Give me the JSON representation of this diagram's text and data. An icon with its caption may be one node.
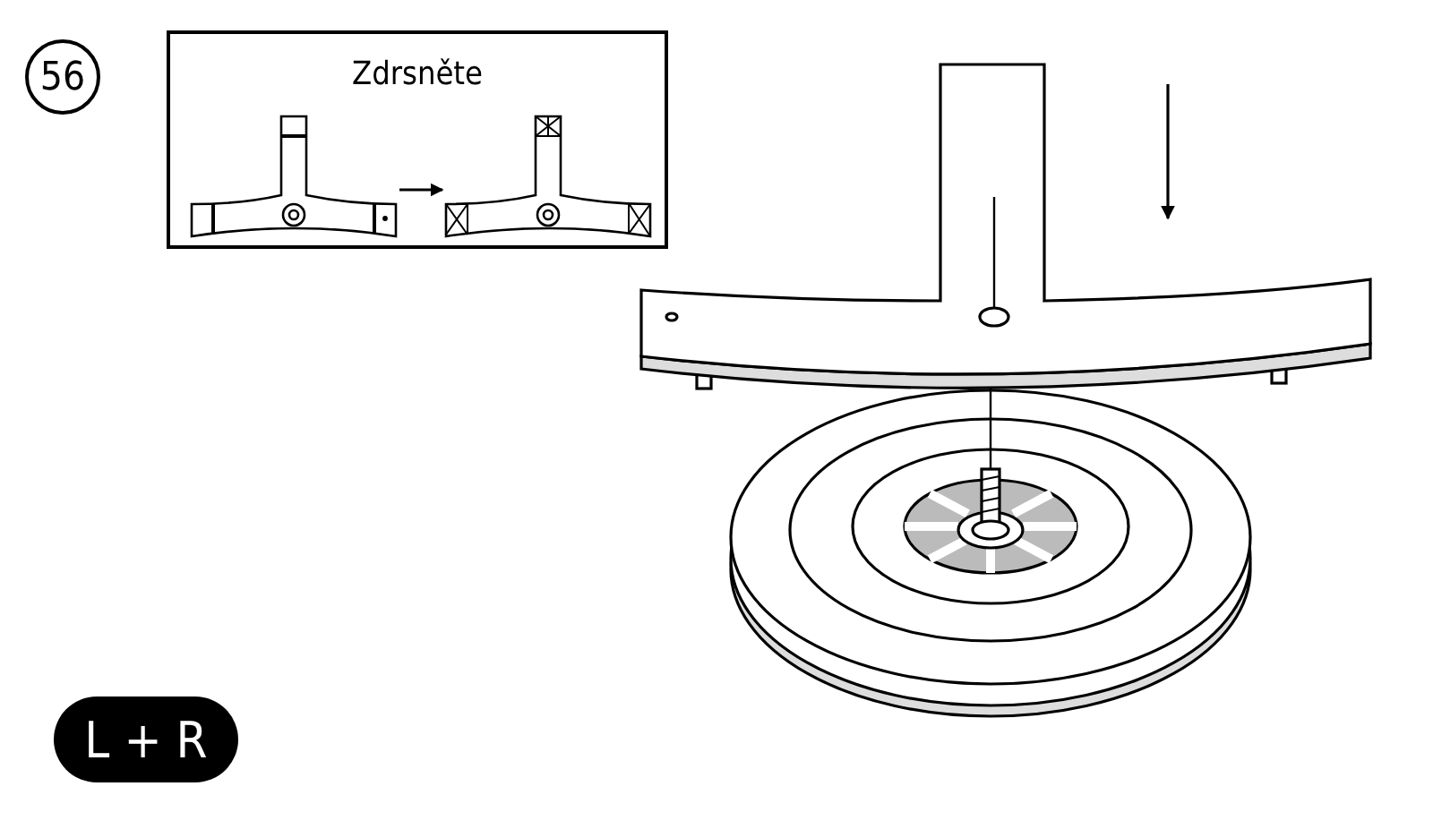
{
  "diagram": {
    "nodes": [
      {
        "text": [
          "56"
        ]
      },
      {
        "text": [
          "Zdrsněte"
        ]
      },
      {
        "text": [],
        "shape": "picture",
        "in": 1
      },
      {
        "text": [],
        "shape": "picture",
        "in": 1
      },
      {
        "text": [
          "L + R"
        ]
      }
    ],
    "edges": [
      {
        "from": 2,
        "to": 3,
        "arrow": "to"
      }
    ]
  }
}
